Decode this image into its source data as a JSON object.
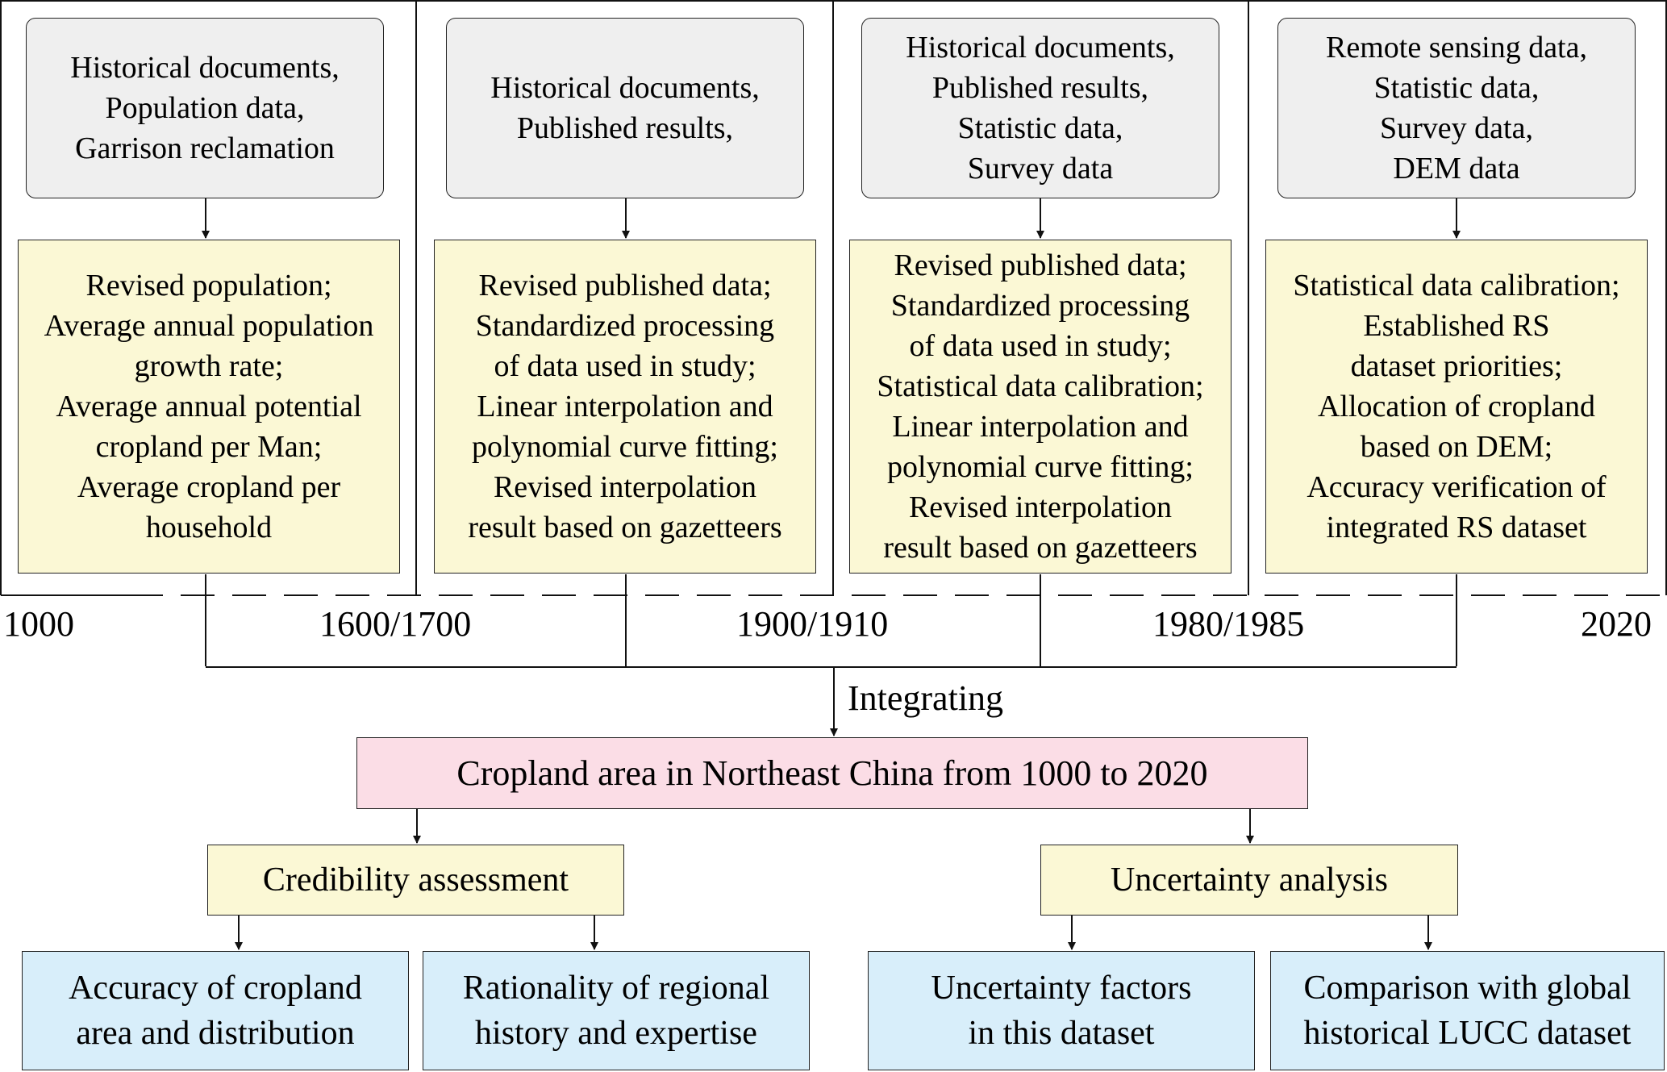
{
  "columns": [
    {
      "source_lines": [
        "Historical documents,",
        "Population data,",
        "Garrison reclamation"
      ],
      "process_lines": [
        "Revised population;",
        "Average annual population",
        "growth rate;",
        "Average annual potential",
        "cropland per Man;",
        "Average cropland per",
        "household"
      ]
    },
    {
      "source_lines": [
        "Historical documents,",
        "Published results,"
      ],
      "process_lines": [
        "Revised published data;",
        "Standardized processing",
        "of data used in study;",
        "Linear interpolation and",
        "polynomial curve fitting;",
        "Revised interpolation",
        "result based on gazetteers"
      ]
    },
    {
      "source_lines": [
        "Historical documents,",
        "Published results,",
        "Statistic data,",
        "Survey data"
      ],
      "process_lines": [
        "Revised published data;",
        "Standardized processing",
        "of data used in study;",
        "Statistical data calibration;",
        "Linear interpolation and",
        "polynomial curve fitting;",
        "Revised interpolation",
        "result based on gazetteers"
      ]
    },
    {
      "source_lines": [
        "Remote sensing data,",
        "Statistic data,",
        "Survey data,",
        "DEM data"
      ],
      "process_lines": [
        "Statistical data calibration;",
        "Established RS",
        "dataset priorities;",
        "Allocation of cropland",
        "based on DEM;",
        "Accuracy verification of",
        "integrated RS dataset"
      ]
    }
  ],
  "timeline": {
    "t1": "1000",
    "t2": "1600/1700",
    "t3": "1900/1910",
    "t4": "1980/1985",
    "t5": "2020"
  },
  "integrating_label": "Integrating",
  "result_title": "Cropland area in Northeast China from 1000 to 2020",
  "credibility": {
    "title": "Credibility assessment",
    "leaf1_lines": [
      "Accuracy of cropland",
      "area and distribution"
    ],
    "leaf2_lines": [
      "Rationality of regional",
      "history and expertise"
    ]
  },
  "uncertainty": {
    "title": "Uncertainty analysis",
    "leaf1_lines": [
      "Uncertainty factors",
      "in this dataset"
    ],
    "leaf2_lines": [
      "Comparison with global",
      "historical LUCC dataset"
    ]
  }
}
